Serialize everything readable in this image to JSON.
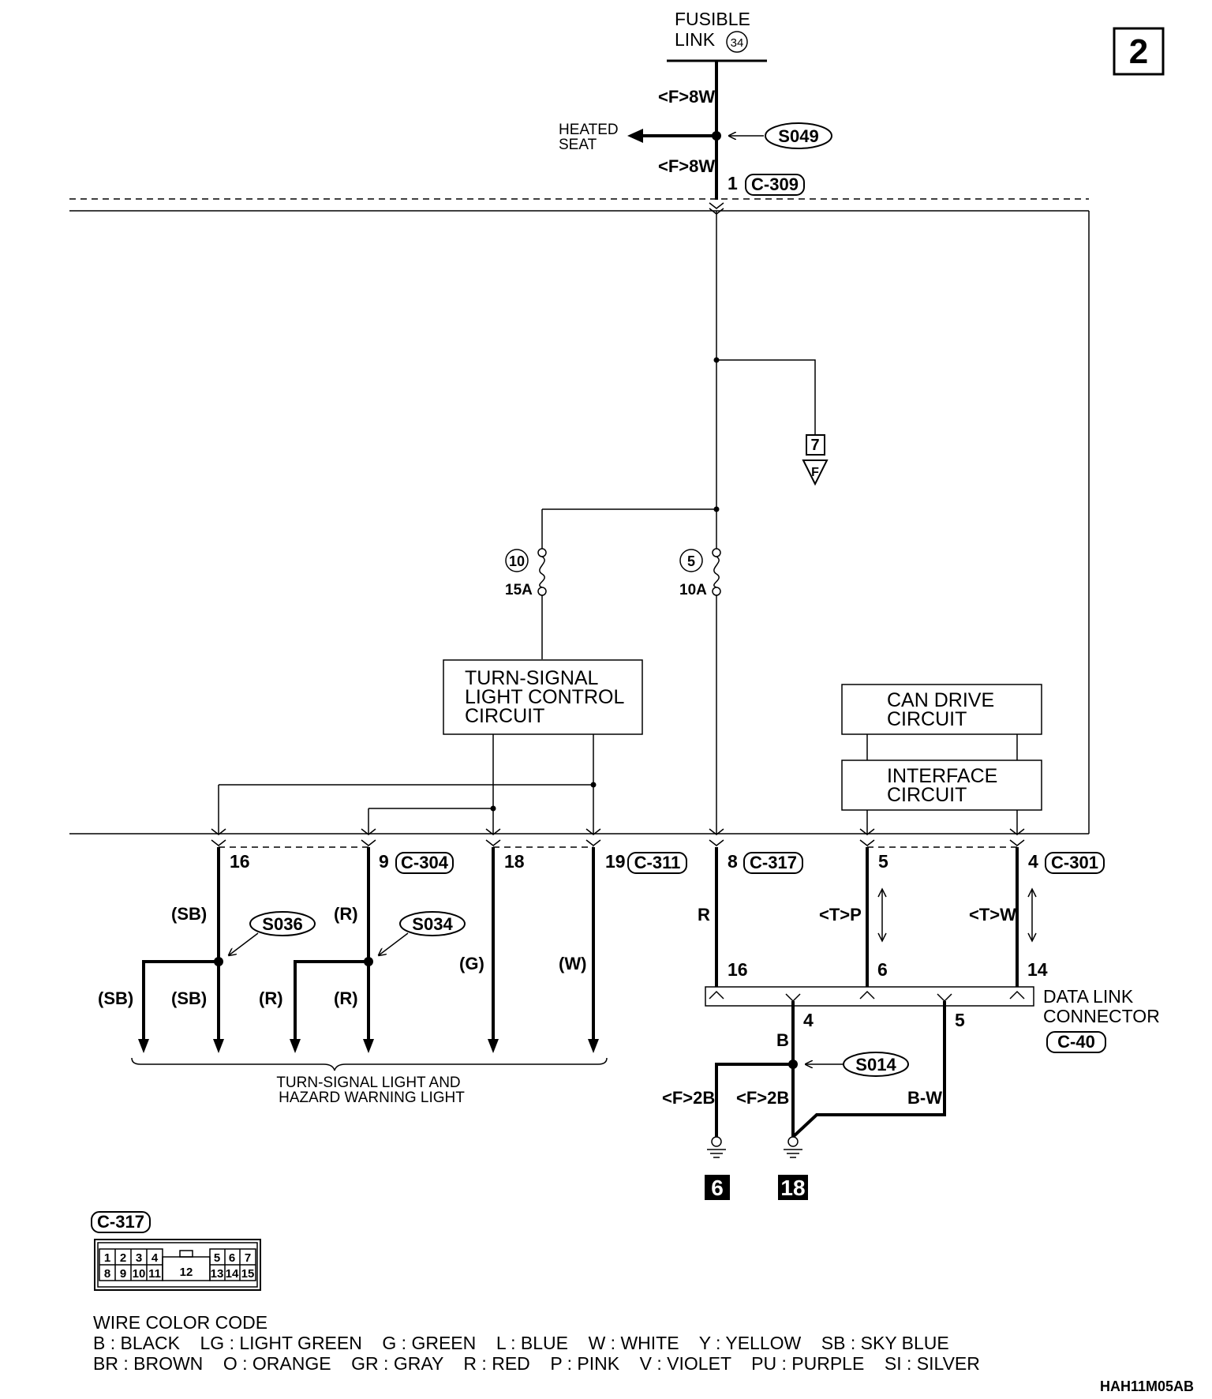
{
  "page_number": "2",
  "fusible_link": {
    "line1": "FUSIBLE",
    "line2": "LINK",
    "number": "34"
  },
  "heated_seat": {
    "line1": "HEATED",
    "line2": "SEAT"
  },
  "splices": {
    "s049": "S049",
    "s036": "S036",
    "s034": "S034",
    "s014": "S014"
  },
  "wire_labels": {
    "f8w_top": "<F>8W",
    "f8w_bottom": "<F>8W",
    "r_main": "R",
    "tp": "<T>P",
    "tw": "<T>W",
    "sb_upper": "(SB)",
    "sb_left": "(SB)",
    "sb_right": "(SB)",
    "r_upper": "(R)",
    "r_left": "(R)",
    "r_right": "(R)",
    "g": "(G)",
    "w": "(W)",
    "b": "B",
    "f2b_left": "<F>2B",
    "f2b_right": "<F>2B",
    "bw": "B-W"
  },
  "connectors": {
    "c309": {
      "pin": "1",
      "name": "C-309"
    },
    "c304": {
      "name": "C-304"
    },
    "c311": {
      "name": "C-311"
    },
    "c317": {
      "name": "C-317"
    },
    "c301": {
      "name": "C-301"
    },
    "c40": {
      "name": "C-40"
    }
  },
  "pins": {
    "p16": "16",
    "p9": "9",
    "p18": "18",
    "p19": "19",
    "p8": "8",
    "p5": "5",
    "p4": "4",
    "dlc16": "16",
    "dlc6": "6",
    "dlc14": "14",
    "dlc4": "4",
    "dlc5": "5"
  },
  "fuses": {
    "f10": {
      "number": "10",
      "rating": "15A"
    },
    "f5": {
      "number": "5",
      "rating": "10A"
    }
  },
  "connector_ref": {
    "number": "7",
    "letter": "F"
  },
  "boxes": {
    "turn_signal": {
      "line1": "TURN-SIGNAL",
      "line2": "LIGHT CONTROL",
      "line3": "CIRCUIT"
    },
    "can_drive": {
      "line1": "CAN DRIVE",
      "line2": "CIRCUIT"
    },
    "interface": {
      "line1": "INTERFACE",
      "line2": "CIRCUIT"
    }
  },
  "data_link_connector": {
    "line1": "DATA LINK",
    "line2": "CONNECTOR"
  },
  "turn_signal_dest": {
    "line1": "TURN-SIGNAL LIGHT AND",
    "line2": "HAZARD WARNING LIGHT"
  },
  "grounds": {
    "g6": "6",
    "g18": "18"
  },
  "connector_face": {
    "title": "C-317",
    "top_row": [
      "1",
      "2",
      "3",
      "4"
    ],
    "bottom_row": [
      "8",
      "9",
      "10",
      "11"
    ],
    "center": "12",
    "top_right": [
      "5",
      "6",
      "7"
    ],
    "bottom_right": [
      "13",
      "14",
      "15"
    ]
  },
  "legend": {
    "title": "WIRE COLOR CODE",
    "row1": "B : BLACK    LG : LIGHT GREEN    G : GREEN    L : BLUE    W : WHITE    Y : YELLOW    SB : SKY BLUE",
    "row2": "BR : BROWN    O : ORANGE    GR : GRAY    R : RED    P : PINK    V : VIOLET    PU : PURPLE    SI : SILVER"
  },
  "diagram_code": "HAH11M05AB"
}
